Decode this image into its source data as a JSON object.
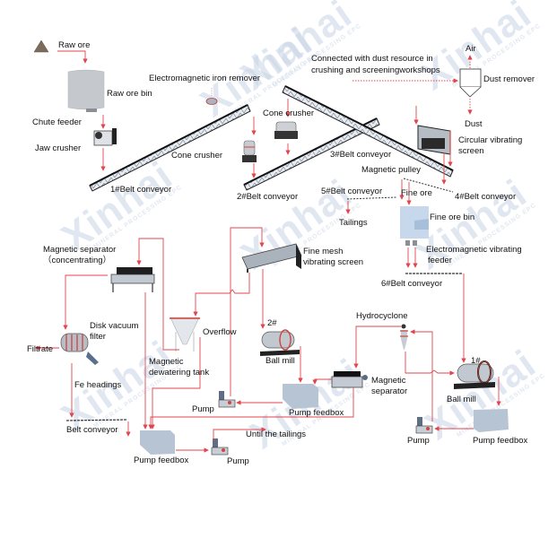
{
  "diagram": {
    "title": "Magnetite ore beneficiation process flow",
    "watermark": {
      "brand": "Xinhai",
      "tagline": "MINERAL PROCESSING EPC"
    },
    "colors": {
      "flow_line": "#e0464e",
      "dust_line": "#e0464e",
      "equipment_gray": "#b8bfc7",
      "bin_blue": "#c5d6ea",
      "feedbox": "#b4c2d3",
      "watermark": "#c9d5e6",
      "text": "#111111"
    },
    "labels": {
      "raw_ore": "Raw ore",
      "raw_ore_bin": "Raw ore bin",
      "chute_feeder": "Chute feeder",
      "jaw_crusher": "Jaw crusher",
      "em_iron_remover": "Electromagnetic iron remover",
      "cone_crusher_1": "Cone crusher",
      "cone_crusher_2": "Cone crusher",
      "belt_1": "1#Belt conveyor",
      "belt_2": "2#Belt conveyor",
      "belt_3": "3#Belt conveyor",
      "belt_4": "4#Belt conveyor",
      "belt_5": "5#Belt conveyor",
      "belt_6": "6#Belt conveyor",
      "dust_note_1": "Connected with dust resource in",
      "dust_note_2": "crushing and screeningworkshops",
      "air": "Air",
      "dust_remover": "Dust remover",
      "dust": "Dust",
      "circular_screen_1": "Circular vibrating",
      "circular_screen_2": "screen",
      "magnetic_pulley": "Magnetic pulley",
      "fine_ore": "Fine ore",
      "tailings": "Tailings",
      "fine_ore_bin": "Fine ore bin",
      "em_feeder_1": "Electromagnetic vibrating",
      "em_feeder_2": "feeder",
      "mag_sep_conc_1": "Magnetic separator",
      "mag_sep_conc_2": "（concentrating）",
      "fine_mesh_1": "Fine mesh",
      "fine_mesh_2": "vibrating screen",
      "filtrate": "Filtrate",
      "disk_filter_1": "Disk vacuum",
      "disk_filter_2": "filter",
      "overflow": "Overflow",
      "ball_mill_2_tag": "2#",
      "ball_mill_2": "Ball mill",
      "hydrocyclone": "Hydrocyclone",
      "mag_dewater_1": "Magnetic",
      "mag_dewater_2": "dewatering tank",
      "fe_headings": "Fe headings",
      "mag_sep_1": "Magnetic",
      "mag_sep_2": "separator",
      "ball_mill_1_tag": "1#",
      "ball_mill_1": "Ball mill",
      "pump_mid": "Pump",
      "pump_feedbox_mid": "Pump feedbox",
      "belt_conveyor": "Belt conveyor",
      "until_tailings": "Until the tailings",
      "pump_feedbox_left": "Pump feedbox",
      "pump_left": "Pump",
      "pump_right": "Pump",
      "pump_feedbox_right": "Pump feedbox"
    }
  }
}
